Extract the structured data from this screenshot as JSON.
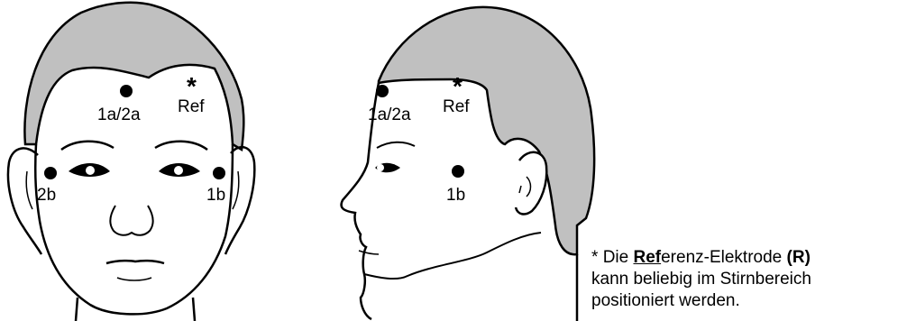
{
  "front_view": {
    "labels": {
      "center_electrode": "1a/2a",
      "reference": "Ref",
      "right_temple": "2b",
      "left_temple": "1b",
      "star": "*"
    }
  },
  "side_view": {
    "labels": {
      "forehead_electrode": "1a/2a",
      "reference": "Ref",
      "temple_electrode": "1b",
      "star": "*"
    }
  },
  "note": {
    "star": "*",
    "prefix": "Die ",
    "ref_underlined": "Ref",
    "ref_rest": "erenz-Elektrode ",
    "ref_letter": "(R)",
    "line2": "kann beliebig im Stirnbereich",
    "line3": "positioniert werden."
  },
  "colors": {
    "hair": "#c0c0c0",
    "outline": "#000000",
    "background": "#ffffff"
  }
}
